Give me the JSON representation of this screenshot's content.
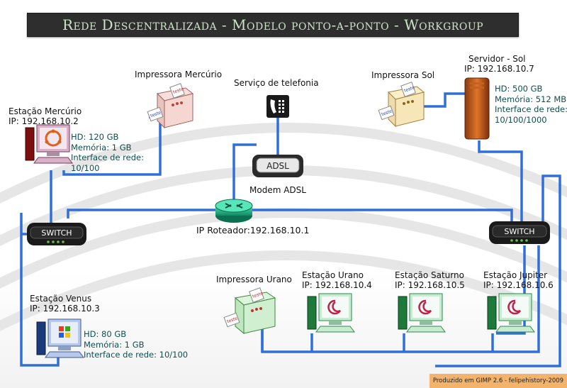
{
  "title": "Rede Descentralizada - Modelo ponto-a-ponto - Workgroup",
  "footer": "Produzido em GIMP 2.6 - felipehistory-2009",
  "switch_label": "SWITCH",
  "adsl_label": "ADSL",
  "paper_text": "teste",
  "colors": {
    "link": "#2f6fd6",
    "title_bg": "#2e2e2e",
    "title_text": "#cfe3cc",
    "spec_text": "#0f4f4f",
    "footer_bg": "#f3b36b"
  },
  "nodes": {
    "estacao_mercurio": {
      "name": "Estação Mercúrio",
      "ip": "IP: 192.168.10.2",
      "specs": [
        "HD: 120 GB",
        "Memória: 1 GB",
        "Interface de rede:",
        "10/100"
      ]
    },
    "impressora_mercurio": {
      "name": "Impressora Mercúrio"
    },
    "telefonia": {
      "name": "Serviço de telefonia"
    },
    "modem": {
      "name": "Modem ADSL"
    },
    "roteador": {
      "name": "IP Roteador:192.168.10.1"
    },
    "impressora_sol": {
      "name": "Impressora Sol"
    },
    "servidor_sol": {
      "name": "Servidor - Sol",
      "ip": "IP: 192.168.10.7",
      "specs": [
        "HD: 500 GB",
        "Memória: 512 MB",
        "Interface de rede:",
        "10/100/1000"
      ]
    },
    "estacao_venus": {
      "name": "Estação Venus",
      "ip": "IP: 192.168.10.3",
      "specs": [
        "HD: 80 GB",
        "Memória: 1 GB",
        "Interface de rede: 10/100"
      ]
    },
    "impressora_urano": {
      "name": "Impressora Urano"
    },
    "estacao_urano": {
      "name": "Estação Urano",
      "ip": "IP: 192.168.10.4"
    },
    "estacao_saturno": {
      "name": "Estação Saturno",
      "ip": "IP: 192.168.10.5"
    },
    "estacao_jupiter": {
      "name": "Estação Jupiter",
      "ip": "IP: 192.168.10.6"
    }
  }
}
